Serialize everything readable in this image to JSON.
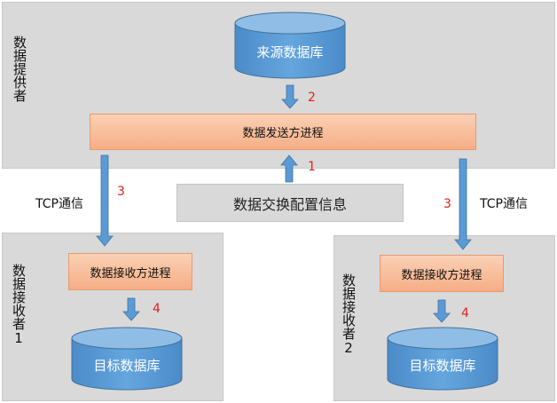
{
  "provider": {
    "label": "数据提供者",
    "source_db": "来源数据库",
    "sender_process": "数据发送方进程"
  },
  "config": {
    "label": "数据交换配置信息"
  },
  "receiver1": {
    "label": "数据接收者1",
    "process": "数据接收方进程",
    "target_db": "目标数据库"
  },
  "receiver2": {
    "label": "数据接收者2",
    "process": "数据接收方进程",
    "target_db": "目标数据库"
  },
  "links": {
    "tcp_left": "TCP通信",
    "tcp_right": "TCP通信",
    "step1": "1",
    "step2": "2",
    "step3_left": "3",
    "step3_right": "3",
    "step4_left": "4",
    "step4_right": "4"
  },
  "colors": {
    "panel": "#d9d9d9",
    "process_fill": "#f8bc98",
    "db_fill": "#5b9bd5",
    "arrow": "#5b9bd5",
    "step_number": "#e02020"
  }
}
